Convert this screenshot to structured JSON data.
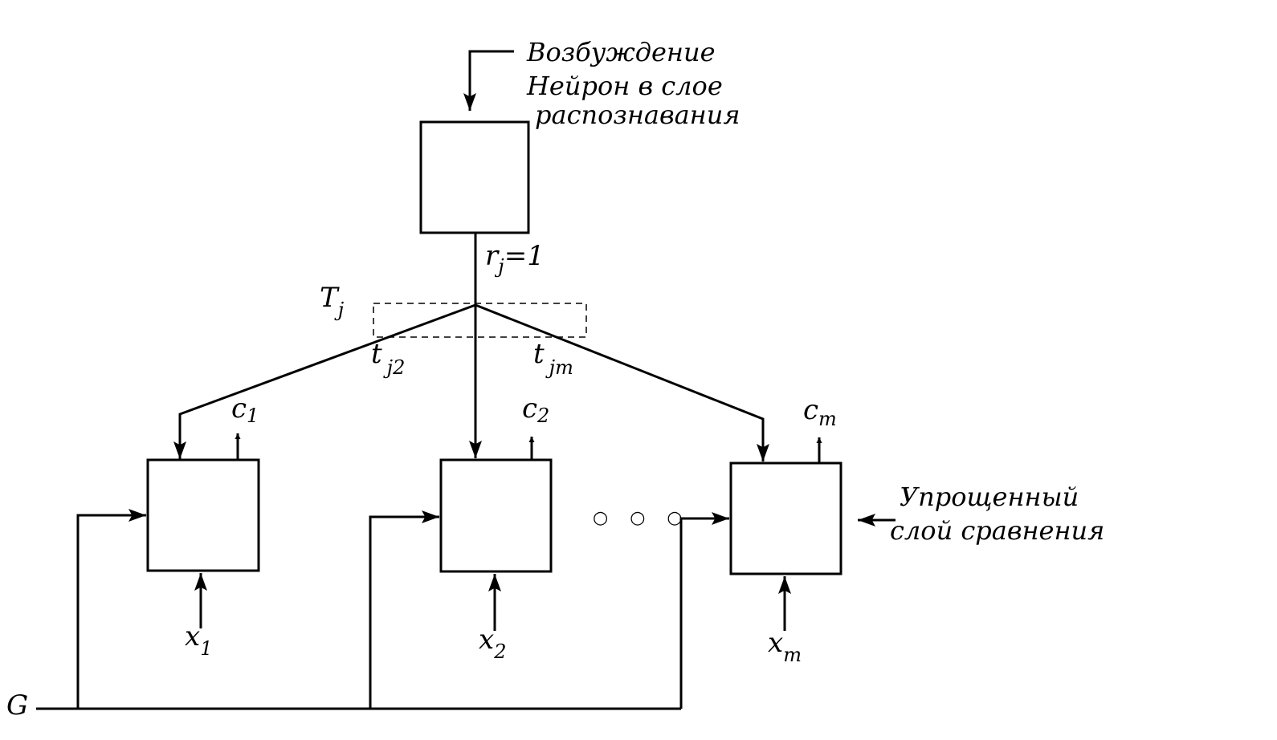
{
  "labels": {
    "excitation": "Возбуждение",
    "recognition_line1": "Нейрон в слое",
    "recognition_line2": "распознавания",
    "r_base": "r",
    "r_sub": "j",
    "r_value": "=1",
    "T_base": "T",
    "T_sub": "j",
    "tj2_base": "t",
    "tj2_sub": "j2",
    "tjm_base": "t",
    "tjm_sub": "jm",
    "c1_base": "c",
    "c1_sub": "1",
    "c2_base": "c",
    "c2_sub": "2",
    "cm_base": "c",
    "cm_sub": "m",
    "x1_base": "x",
    "x1_sub": "1",
    "x2_base": "x",
    "x2_sub": "2",
    "xm_base": "x",
    "xm_sub": "m",
    "ellipsis": "○ ○ ○",
    "comparison_line1": "Упрощенный",
    "comparison_line2": "слой сравнения",
    "G": "G"
  }
}
